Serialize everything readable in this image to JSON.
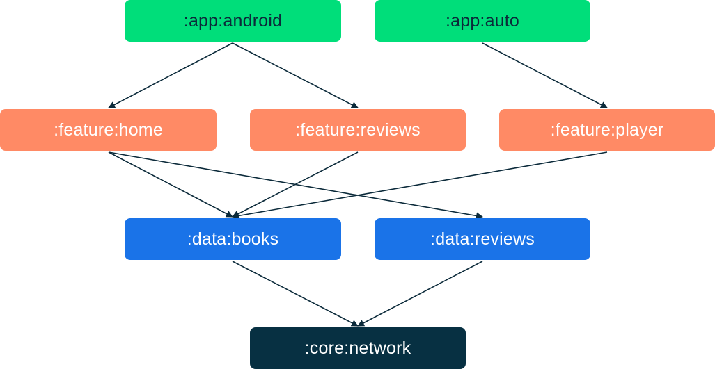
{
  "nodes": {
    "app_android": ":app:android",
    "app_auto": ":app:auto",
    "feature_home": ":feature:home",
    "feature_reviews": ":feature:reviews",
    "feature_player": ":feature:player",
    "data_books": ":data:books",
    "data_reviews": ":data:reviews",
    "core_network": ":core:network"
  },
  "edges": [
    {
      "from": "app_android",
      "to": "feature_home"
    },
    {
      "from": "app_android",
      "to": "feature_reviews"
    },
    {
      "from": "app_auto",
      "to": "feature_player"
    },
    {
      "from": "feature_home",
      "to": "data_books"
    },
    {
      "from": "feature_home",
      "to": "data_reviews"
    },
    {
      "from": "feature_reviews",
      "to": "data_books"
    },
    {
      "from": "feature_player",
      "to": "data_books"
    },
    {
      "from": "data_books",
      "to": "core_network"
    },
    {
      "from": "data_reviews",
      "to": "core_network"
    }
  ],
  "colors": {
    "app": "#00de7a",
    "feature": "#ff8a65",
    "data": "#1a73e8",
    "core": "#073042",
    "edge": "#0b2a3a"
  }
}
